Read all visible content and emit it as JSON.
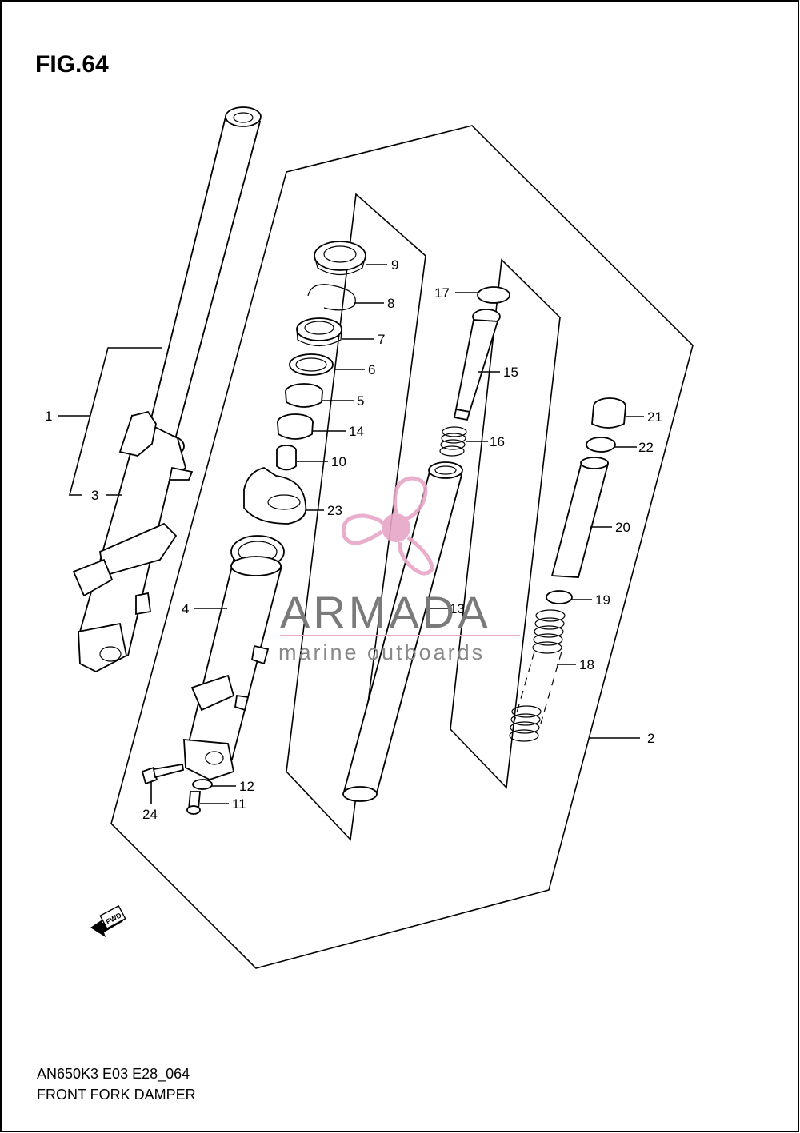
{
  "figure": {
    "title": "FIG.64",
    "model_code": "AN650K3 E03 E28_064",
    "caption": "FRONT FORK DAMPER"
  },
  "callouts": [
    "1",
    "2",
    "3",
    "4",
    "5",
    "6",
    "7",
    "8",
    "9",
    "10",
    "11",
    "12",
    "13",
    "14",
    "15",
    "16",
    "17",
    "18",
    "19",
    "20",
    "21",
    "22",
    "23",
    "24"
  ],
  "direction_marker": "FWD",
  "watermark": {
    "brand": "ARMADA",
    "tagline": "marine outboards",
    "color": "#e8a6c8"
  }
}
